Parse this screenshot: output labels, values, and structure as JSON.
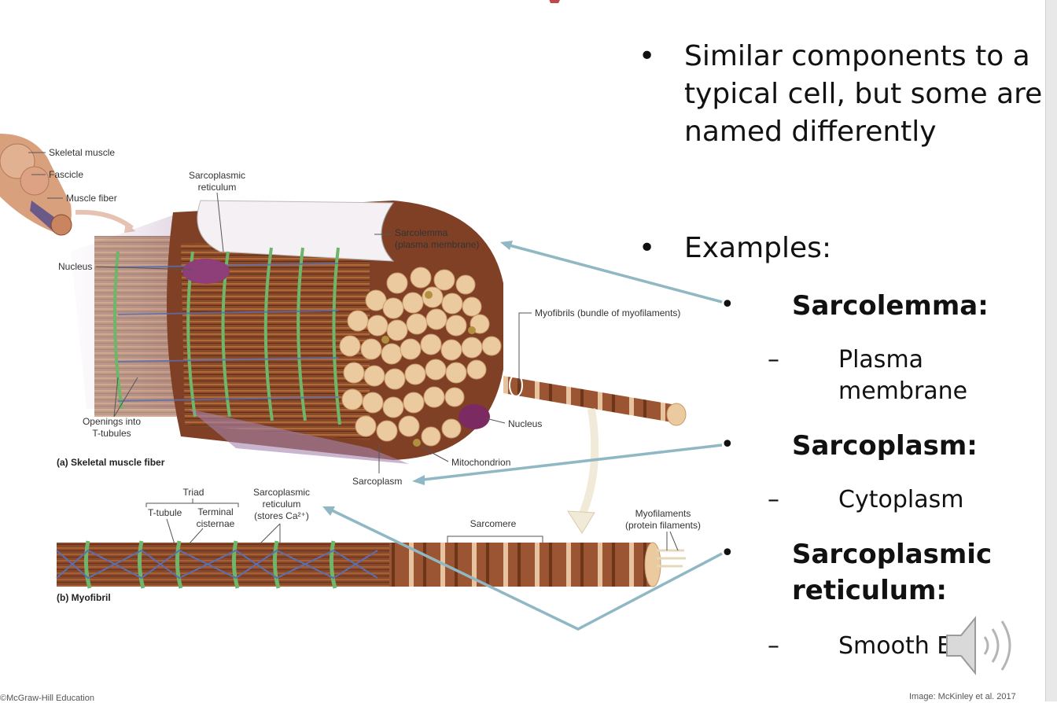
{
  "bullets": {
    "intro": [
      "Similar components to a",
      "typical cell, but some are",
      "named differently"
    ],
    "examples_heading": "Examples:",
    "items": [
      {
        "term": "Sarcolemma:",
        "definition": [
          "Plasma",
          "membrane"
        ]
      },
      {
        "term": "Sarcoplasm:",
        "definition": [
          "Cytoplasm"
        ]
      },
      {
        "term": [
          "Sarcoplasmic",
          "reticulum:"
        ],
        "definition": [
          "Smooth E"
        ]
      }
    ],
    "bullet_glyph": "•",
    "dash_glyph": "–"
  },
  "figure": {
    "labels": {
      "skeletal_muscle": "Skeletal muscle",
      "fascicle": "Fascicle",
      "muscle_fiber": "Muscle fiber",
      "sr_top": [
        "Sarcoplasmic",
        "reticulum"
      ],
      "nucleus_left": "Nucleus",
      "sarcolemma": [
        "Sarcolemma",
        "(plasma membrane)"
      ],
      "myofibrils": "Myofibrils (bundle of myofilaments)",
      "openings": [
        "Openings into",
        "T-tubules"
      ],
      "nucleus_right": "Nucleus",
      "mitochondrion": "Mitochondrion",
      "sarcoplasm": "Sarcoplasm",
      "caption_a": "(a) Skeletal muscle fiber",
      "triad": "Triad",
      "t_tubule": "T-tubule",
      "terminal": [
        "Terminal",
        "cisternae"
      ],
      "sr_bottom": [
        "Sarcoplasmic",
        "reticulum",
        "(stores Ca²⁺)"
      ],
      "sarcomere": "Sarcomere",
      "myofilaments": [
        "Myofilaments",
        "(protein filaments)"
      ],
      "caption_b": "(b) Myofibril"
    }
  },
  "footer": {
    "left": "©McGraw-Hill Education",
    "right": "Image: McKinley et al. 2017"
  },
  "colors": {
    "title_red": "#b02a2a",
    "arrow": "#8fb8c4",
    "fiber_brown": "#8a4a2a",
    "tan": "#e9c496",
    "sr_green": "#6fb56a",
    "sr_blue": "#5b6fb0"
  },
  "icons": {
    "speaker": "speaker-icon"
  }
}
